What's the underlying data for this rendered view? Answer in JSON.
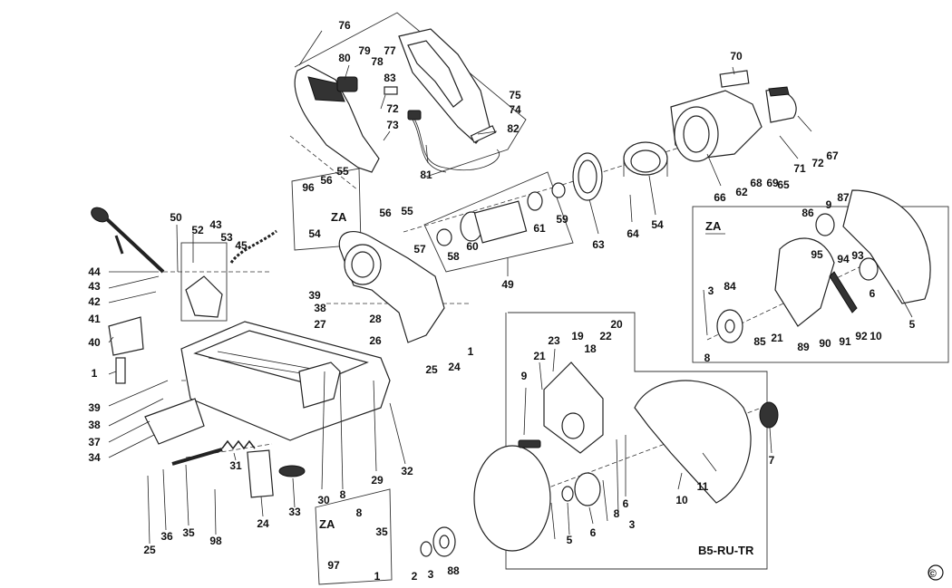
{
  "model_code": "B5-RU-TR",
  "copyright_symbol": "©",
  "za_label": "ZA",
  "callouts": [
    "76",
    "79",
    "77",
    "78",
    "80",
    "83",
    "72",
    "75",
    "74",
    "82",
    "73",
    "81",
    "70",
    "71",
    "72",
    "67",
    "68",
    "69",
    "65",
    "66",
    "62",
    "63",
    "64",
    "54",
    "96",
    "56",
    "55",
    "54",
    "56",
    "55",
    "57",
    "58",
    "60",
    "61",
    "59",
    "49",
    "50",
    "52",
    "43",
    "53",
    "45",
    "44",
    "43",
    "42",
    "41",
    "40",
    "1",
    "39",
    "38",
    "27",
    "28",
    "26",
    "25",
    "24",
    "1",
    "39",
    "38",
    "37",
    "34",
    "31",
    "30",
    "8",
    "29",
    "32",
    "33",
    "24",
    "25",
    "36",
    "35",
    "98",
    "8",
    "35",
    "97",
    "1",
    "2",
    "3",
    "88",
    "9",
    "87",
    "86",
    "95",
    "94",
    "93",
    "6",
    "3",
    "84",
    "85",
    "21",
    "89",
    "90",
    "91",
    "92",
    "10",
    "5",
    "8",
    "20",
    "19",
    "18",
    "22",
    "21",
    "23",
    "9",
    "10",
    "11",
    "7",
    "8",
    "6",
    "3",
    "6",
    "5"
  ]
}
